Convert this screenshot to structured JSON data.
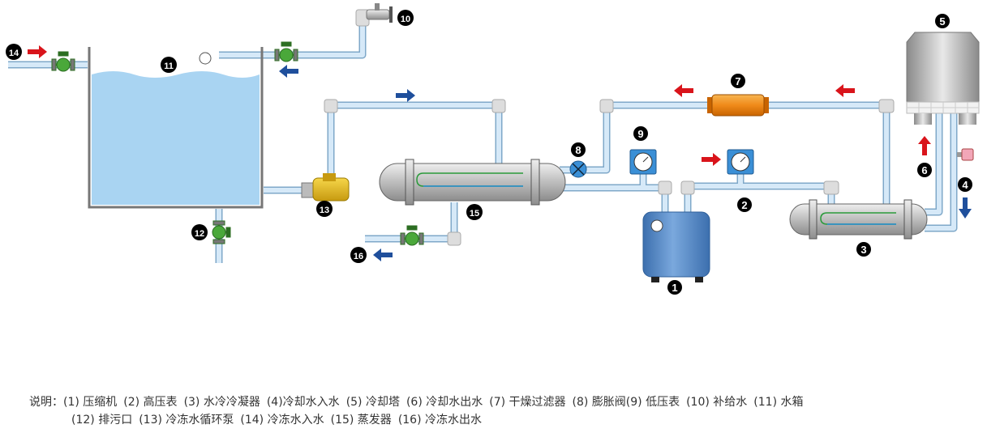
{
  "labels": {
    "compressor": "1",
    "high_gauge": "2",
    "condenser": "3",
    "cooling_water_in": "4",
    "cooling_tower": "5",
    "cooling_water_out": "6",
    "filter_drier": "7",
    "expansion_valve": "8",
    "low_gauge": "9",
    "makeup_water": "10",
    "water_tank": "11",
    "drain": "12",
    "pump": "13",
    "chilled_water_in": "14",
    "evaporator": "15",
    "chilled_water_out": "16"
  },
  "caption": {
    "prefix": "说明：",
    "line1": [
      "(1) 压缩机",
      "(2) 高压表",
      "(3) 水冷冷凝器",
      "(4)冷却水入水",
      "(5) 冷却塔",
      "(6) 冷却水出水",
      "(7) 干燥过滤器",
      "(8) 膨胀阀(9) 低压表",
      "(10) 补给水",
      "(11) 水箱"
    ],
    "line2": [
      "(12) 排污口",
      "(13) 冷冻水循环泵",
      "(14) 冷冻水入水",
      "(15) 蒸发器",
      "(16) 冷冻水出水"
    ]
  },
  "colors": {
    "pipe": "#cfe3f3",
    "pipe_edge": "#7fa8c9",
    "water": "#a9d4f2",
    "red_arrow": "#d9141b",
    "blue_arrow": "#1f4f9c",
    "valve": "#4aa83a",
    "compressor": "#4f86c6"
  }
}
